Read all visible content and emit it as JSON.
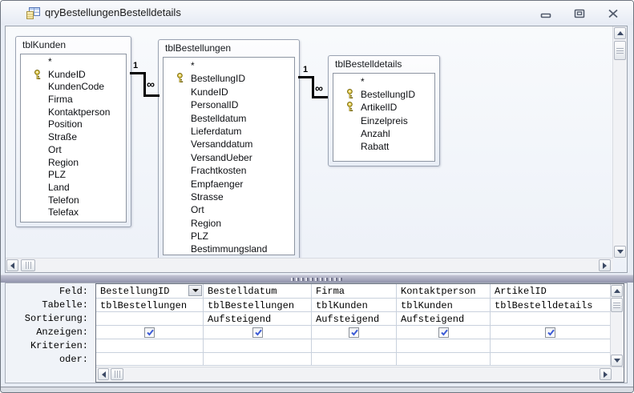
{
  "window": {
    "title": "qryBestellungenBestelldetails"
  },
  "tables": [
    {
      "name": "tblKunden",
      "fields": [
        {
          "label": "*",
          "key": false
        },
        {
          "label": "KundeID",
          "key": true
        },
        {
          "label": "KundenCode",
          "key": false
        },
        {
          "label": "Firma",
          "key": false
        },
        {
          "label": "Kontaktperson",
          "key": false
        },
        {
          "label": "Position",
          "key": false
        },
        {
          "label": "Straße",
          "key": false
        },
        {
          "label": "Ort",
          "key": false
        },
        {
          "label": "Region",
          "key": false
        },
        {
          "label": "PLZ",
          "key": false
        },
        {
          "label": "Land",
          "key": false
        },
        {
          "label": "Telefon",
          "key": false
        },
        {
          "label": "Telefax",
          "key": false
        }
      ]
    },
    {
      "name": "tblBestellungen",
      "fields": [
        {
          "label": "*",
          "key": false
        },
        {
          "label": "BestellungID",
          "key": true
        },
        {
          "label": "KundeID",
          "key": false
        },
        {
          "label": "PersonalID",
          "key": false
        },
        {
          "label": "Bestelldatum",
          "key": false
        },
        {
          "label": "Lieferdatum",
          "key": false
        },
        {
          "label": "Versanddatum",
          "key": false
        },
        {
          "label": "VersandUeber",
          "key": false
        },
        {
          "label": "Frachtkosten",
          "key": false
        },
        {
          "label": "Empfaenger",
          "key": false
        },
        {
          "label": "Strasse",
          "key": false
        },
        {
          "label": "Ort",
          "key": false
        },
        {
          "label": "Region",
          "key": false
        },
        {
          "label": "PLZ",
          "key": false
        },
        {
          "label": "Bestimmungsland",
          "key": false
        }
      ]
    },
    {
      "name": "tblBestelldetails",
      "fields": [
        {
          "label": "*",
          "key": false
        },
        {
          "label": "BestellungID",
          "key": true
        },
        {
          "label": "ArtikelID",
          "key": true
        },
        {
          "label": "Einzelpreis",
          "key": false
        },
        {
          "label": "Anzahl",
          "key": false
        },
        {
          "label": "Rabatt",
          "key": false
        }
      ]
    }
  ],
  "joins": [
    {
      "from": "tblKunden",
      "to": "tblBestellungen",
      "one_label": "1",
      "many_label": "∞"
    },
    {
      "from": "tblBestellungen",
      "to": "tblBestelldetails",
      "one_label": "1",
      "many_label": "∞"
    }
  ],
  "grid": {
    "row_labels": [
      "Feld:",
      "Tabelle:",
      "Sortierung:",
      "Anzeigen:",
      "Kriterien:",
      "oder:"
    ],
    "columns": [
      {
        "feld": "BestellungID",
        "tabelle": "tblBestellungen",
        "sortierung": "",
        "anzeigen": true,
        "has_dropdown": true
      },
      {
        "feld": "Bestelldatum",
        "tabelle": "tblBestellungen",
        "sortierung": "Aufsteigend",
        "anzeigen": true,
        "has_dropdown": false
      },
      {
        "feld": "Firma",
        "tabelle": "tblKunden",
        "sortierung": "Aufsteigend",
        "anzeigen": true,
        "has_dropdown": false
      },
      {
        "feld": "Kontaktperson",
        "tabelle": "tblKunden",
        "sortierung": "Aufsteigend",
        "anzeigen": true,
        "has_dropdown": false
      },
      {
        "feld": "ArtikelID",
        "tabelle": "tblBestelldetails",
        "sortierung": "",
        "anzeigen": true,
        "has_dropdown": false
      }
    ]
  },
  "colors": {
    "join_line": "#000000",
    "grid_line": "#c9d1dd",
    "check_blue": "#3c5bd6",
    "key_gold": "#e2ca4d",
    "splitter": "#9a9cb4",
    "pane_bg": "#f3f6fa"
  }
}
